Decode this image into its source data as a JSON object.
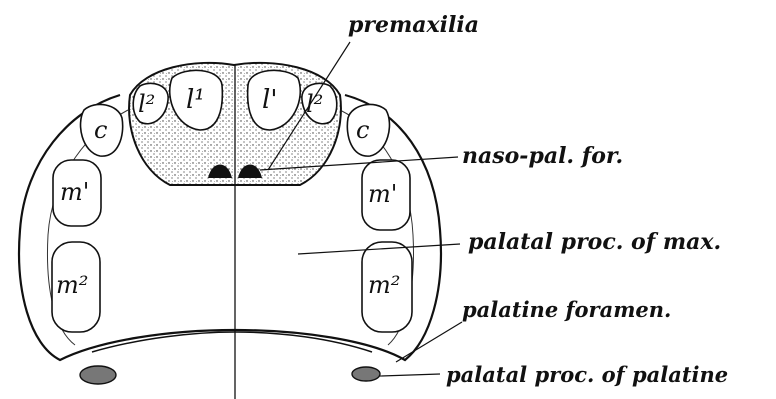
{
  "figure": {
    "labels": {
      "premaxilla": "premaxilia",
      "naso_palatine_foramen": "naso-pal. for.",
      "palatal_process_maxilla": "palatal proc. of max.",
      "palatine_foramen": "palatine foramen.",
      "palatal_process_palatine": "palatal proc. of palatine"
    },
    "teeth": {
      "incisor_1_left": "l¹",
      "incisor_2_left": "l²",
      "incisor_1_right": "l'",
      "incisor_2_right": "l²",
      "canine_left": "c",
      "canine_right": "c",
      "molar_1_left": "m'",
      "molar_2_left": "m²",
      "molar_1_right": "m'",
      "molar_2_right": "m²"
    }
  }
}
